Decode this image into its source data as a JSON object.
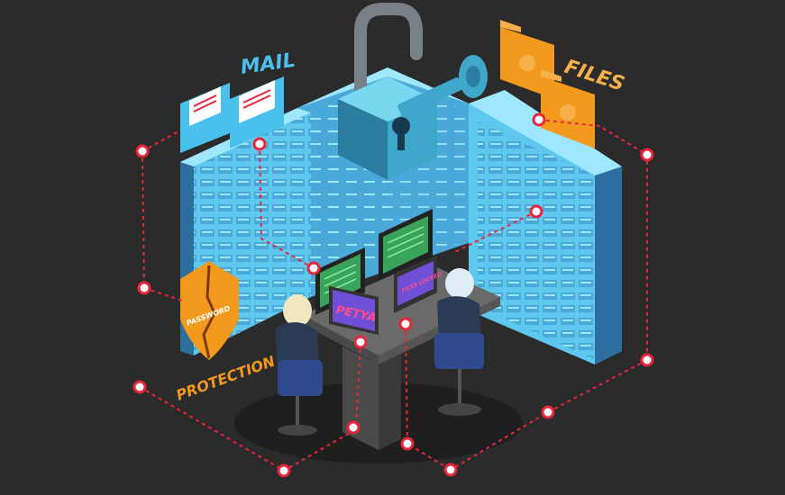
{
  "labels": {
    "mail": "MAIL",
    "files": "FILES",
    "password": "PASSWORD",
    "protection": "PROTECTION",
    "petya": "PETYA",
    "files_locked": "FILES LOCKED"
  },
  "colors": {
    "background": "#2b2b2b",
    "server_light": "#7fd9f5",
    "server_mid": "#4aa9d8",
    "server_dark": "#2d6f9e",
    "orange": "#f39a1e",
    "dash_red": "#e8253a",
    "desk": "#5a5a5a",
    "monitor_screen": "#3aa35a",
    "laptop_screen": "#6f4fd6"
  },
  "icons": [
    "mail-icon",
    "lock-icon",
    "key-icon",
    "folder-icon",
    "shield-icon",
    "monitor-icon",
    "laptop-icon"
  ]
}
